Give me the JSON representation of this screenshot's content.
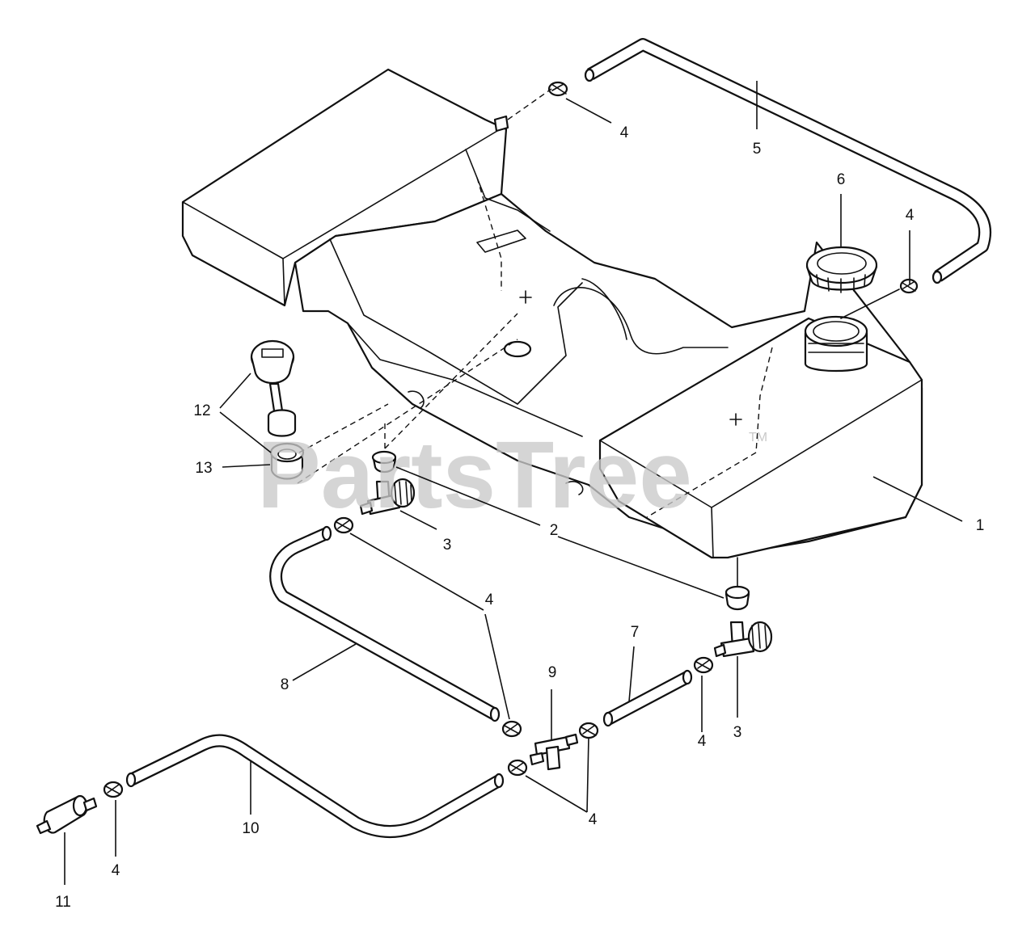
{
  "watermark": {
    "brand_text": "PartsTree",
    "trademark": "TM"
  },
  "callouts": {
    "c1": "1",
    "c2": "2",
    "c3a": "3",
    "c3b": "3",
    "c4_top": "4",
    "c4_right": "4",
    "c4_mid": "4",
    "c4_bottom_center": "4",
    "c4_right_bottom": "4",
    "c4_left": "4",
    "c5": "5",
    "c6": "6",
    "c7": "7",
    "c8": "8",
    "c9": "9",
    "c10": "10",
    "c11": "11",
    "c12": "12",
    "c13": "13"
  },
  "colors": {
    "line": "#111111",
    "background": "#ffffff",
    "watermark": "#c9c9c9"
  }
}
